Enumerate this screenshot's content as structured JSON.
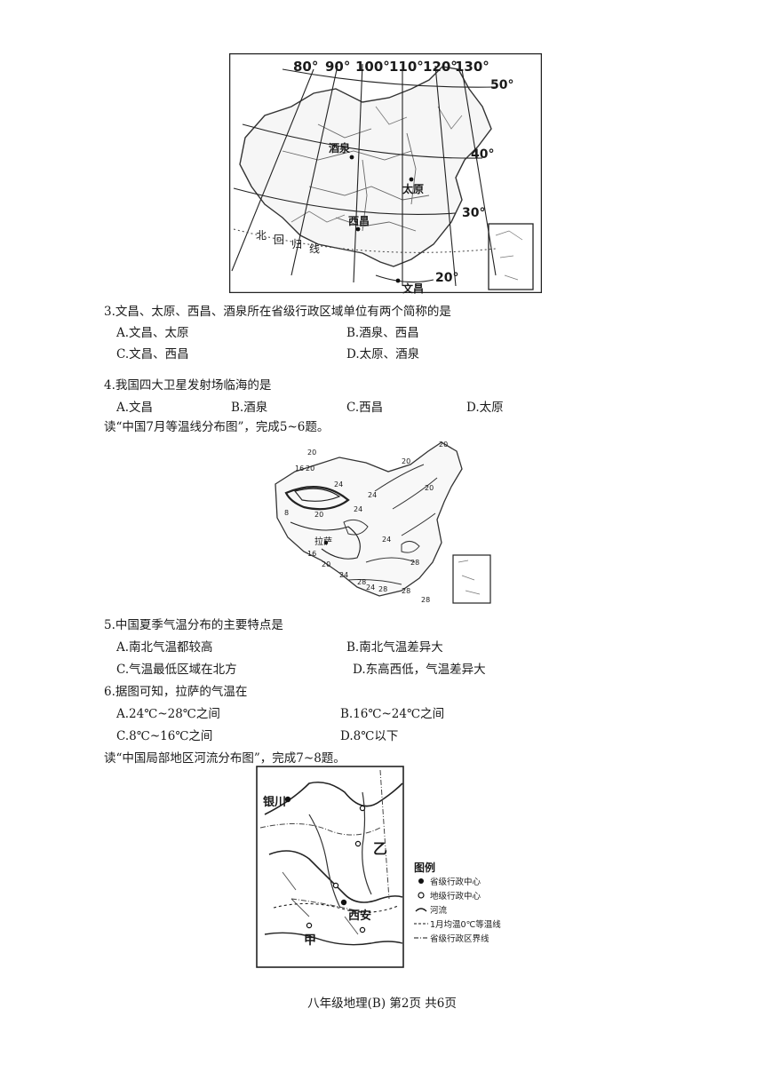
{
  "map1": {
    "lon_labels": [
      "80°",
      "90°",
      "100°",
      "110°",
      "120°",
      "130°"
    ],
    "lat_labels": [
      "50°",
      "40°",
      "30°",
      "20°"
    ],
    "cities": [
      "酒泉",
      "太原",
      "西昌",
      "文昌"
    ],
    "tropic_label": [
      "北",
      "回",
      "归",
      "线"
    ]
  },
  "q3": {
    "stem": "3.文昌、太原、西昌、酒泉所在省级行政区域单位有两个简称的是",
    "a": "A.文昌、太原",
    "b": "B.酒泉、西昌",
    "c": "C.文昌、西昌",
    "d": "D.太原、酒泉"
  },
  "q4": {
    "stem": "4.我国四大卫星发射场临海的是",
    "a": "A.文昌",
    "b": "B.酒泉",
    "c": "C.西昌",
    "d": "D.太原"
  },
  "intro1": "读“中国7月等温线分布图”，完成5~6题。",
  "map2": {
    "city": "拉萨",
    "isotherms": [
      "20",
      "20",
      "20",
      "16",
      "20",
      "24",
      "24",
      "20",
      "24",
      "8",
      "20",
      "24",
      "16",
      "20",
      "24",
      "28",
      "28",
      "24",
      "28",
      "28",
      "28"
    ]
  },
  "q5": {
    "stem": "5.中国夏季气温分布的主要特点是",
    "a": "A.南北气温都较高",
    "b": "B.南北气温差异大",
    "c": "C.气温最低区域在北方",
    "d": "D.东高西低，气温差异大"
  },
  "q6": {
    "stem": "6.据图可知，拉萨的气温在",
    "a": "A.24℃~28℃之间",
    "b": "B.16℃~24℃之间",
    "c": "C.8℃~16℃之间",
    "d": "D.8℃以下"
  },
  "intro2": "读“中国局部地区河流分布图”，完成7~8题。",
  "map3": {
    "cities": [
      "银川",
      "西安"
    ],
    "markers": [
      "乙",
      "甲"
    ],
    "legend": {
      "title": "图例",
      "items": [
        "省级行政中心",
        "地级行政中心",
        "河流",
        "1月均温0℃等温线",
        "省级行政区界线"
      ]
    }
  },
  "footer": "八年级地理(B) 第2页 共6页"
}
